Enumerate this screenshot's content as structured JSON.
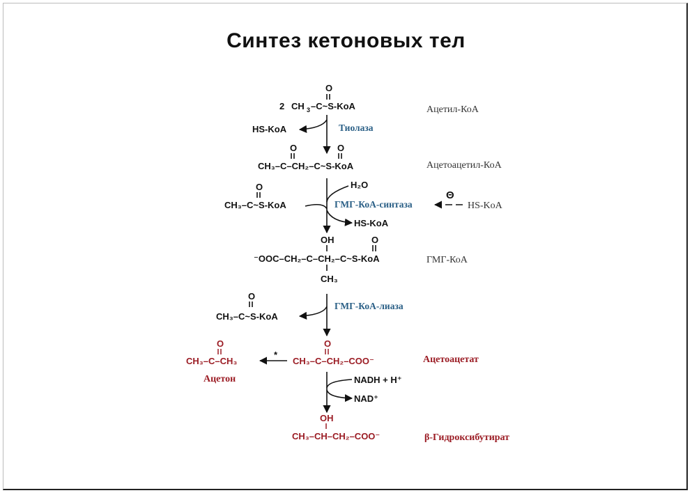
{
  "title": "Синтез кетоновых тел",
  "step1": {
    "coef": "2",
    "formula_a": "CH",
    "formula_b": "–C~S-KoA",
    "o": "O",
    "label": "Ацетил-КоА"
  },
  "tiolase": {
    "enzyme": "Тиолаза",
    "byproduct": "HS-KoA"
  },
  "step2": {
    "o1": "O",
    "o2": "O",
    "formula": "CH₃–C–CH₂–C~S-KoA",
    "label": "Ацетоацетил-КоА"
  },
  "hmg_synthase": {
    "water": "H₂O",
    "substrate_o": "O",
    "substrate": "CH₃–C~S-KoA",
    "enzyme": "ГМГ-КоА-синтаза",
    "product": "HS-KoA",
    "inhibitor_sign": "Θ",
    "inhibitor": "HS-KoA"
  },
  "step3": {
    "oh": "OH",
    "o": "O",
    "formula": "⁻OOC–CH₂–C–CH₂–C~S-KoA",
    "ch3": "CH₃",
    "label": "ГМГ-КоА"
  },
  "hmg_lyase": {
    "o": "O",
    "product": "CH₃–C~S-KoA",
    "enzyme": "ГМГ-КоА-лиаза"
  },
  "acetoacetate": {
    "o": "O",
    "formula": "CH₃–C–CH₂–COO⁻",
    "label": "Ацетоацетат"
  },
  "acetone": {
    "o": "O",
    "formula": "CH₃–C–CH₃",
    "label": "Ацетон",
    "star": "*"
  },
  "reduction": {
    "nadh": "NADH + H⁺",
    "nad": "NAD⁺"
  },
  "hydroxybutyrate": {
    "oh": "OH",
    "formula": "CH₃–CH–CH₂–COO⁻",
    "label": "β-Гидроксибутират"
  }
}
